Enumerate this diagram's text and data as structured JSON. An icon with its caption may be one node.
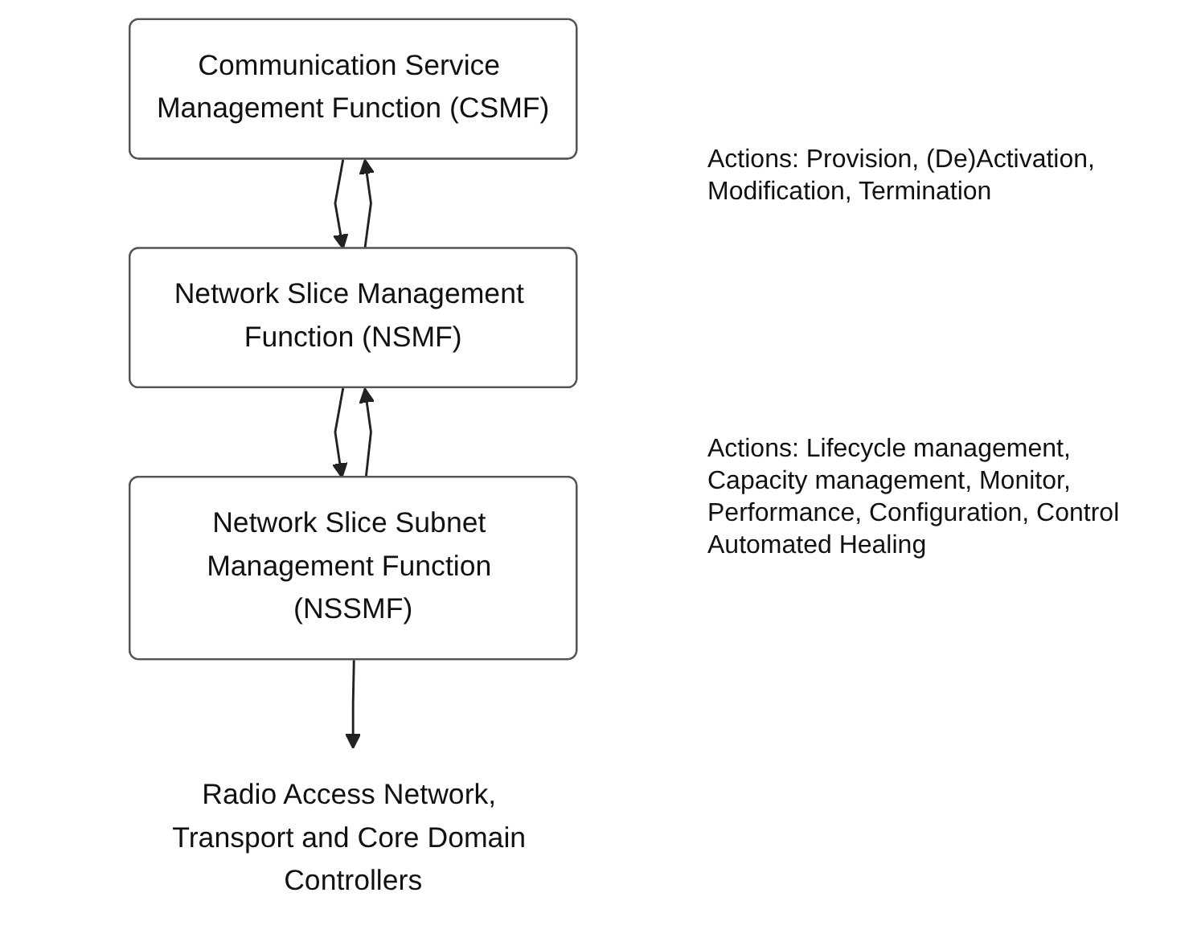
{
  "diagram": {
    "nodes": [
      {
        "text": [
          "Communication Service Management Function (CSMF)"
        ]
      },
      {
        "text": [
          "Network Slice Management Function (NSMF)"
        ]
      },
      {
        "text": [
          "Network Slice Subnet Management Function (NSSMF)"
        ]
      },
      {
        "text": [
          "Radio Access Network, Transport and Core Domain Controllers"
        ]
      }
    ],
    "edges": [
      {
        "from": 0,
        "to": 1,
        "arrow": "to"
      },
      {
        "from": 1,
        "to": 0,
        "arrow": "to"
      },
      {
        "from": 1,
        "to": 2,
        "arrow": "to"
      },
      {
        "from": 2,
        "to": 1,
        "arrow": "to"
      },
      {
        "from": 2,
        "to": 3,
        "arrow": "to"
      }
    ],
    "labels": [
      "Actions: Provision, (De)Activation, Modification, Termination",
      "Actions: Lifecycle management, Capacity management, Monitor, Performance, Configuration, Control Automated Healing"
    ]
  }
}
